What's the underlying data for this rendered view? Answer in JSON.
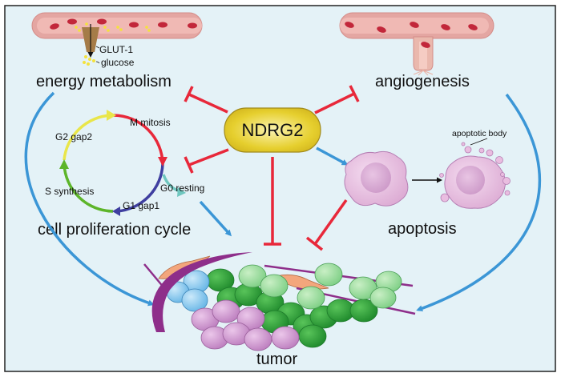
{
  "diagram": {
    "title": "NDRG2 regulation of tumor hallmarks",
    "center_node": {
      "label": "NDRG2",
      "color": "#e6cf2e"
    },
    "labels": {
      "energy_metabolism": "energy metabolism",
      "angiogenesis": "angiogenesis",
      "cell_proliferation_cycle": "cell proliferation cycle",
      "apoptosis": "apoptosis",
      "tumor": "tumor",
      "glut1": "GLUT-1",
      "glucose": "glucose",
      "apoptotic_body": "apoptotic body"
    },
    "cell_cycle_phases": [
      {
        "label": "M mitosis",
        "color": "#e8283a"
      },
      {
        "label": "G1 gap1",
        "color": "#3f3fa0"
      },
      {
        "label": "S synthesis",
        "color": "#5db52a"
      },
      {
        "label": "G2 gap2",
        "color": "#e9e64a"
      },
      {
        "label": "G0 resting",
        "color": "#6fc7bf"
      }
    ],
    "relations": [
      {
        "from": "NDRG2",
        "to": "energy metabolism",
        "type": "inhibits"
      },
      {
        "from": "NDRG2",
        "to": "angiogenesis",
        "type": "inhibits"
      },
      {
        "from": "NDRG2",
        "to": "cell proliferation cycle",
        "type": "inhibits"
      },
      {
        "from": "NDRG2",
        "to": "tumor",
        "type": "inhibits"
      },
      {
        "from": "NDRG2",
        "to": "apoptosis",
        "type": "promotes"
      },
      {
        "from": "apoptosis",
        "to": "tumor",
        "type": "inhibits"
      },
      {
        "from": "energy metabolism",
        "to": "tumor",
        "type": "promotes"
      },
      {
        "from": "cell proliferation cycle",
        "to": "tumor",
        "type": "promotes"
      },
      {
        "from": "angiogenesis",
        "to": "tumor",
        "type": "promotes"
      }
    ],
    "colors": {
      "background": "#e4f2f7",
      "inhibit": "#e8283a",
      "promote": "#3b96d6",
      "vessel": "#e8a3a0",
      "cell_pink": "#e9bde0"
    }
  }
}
